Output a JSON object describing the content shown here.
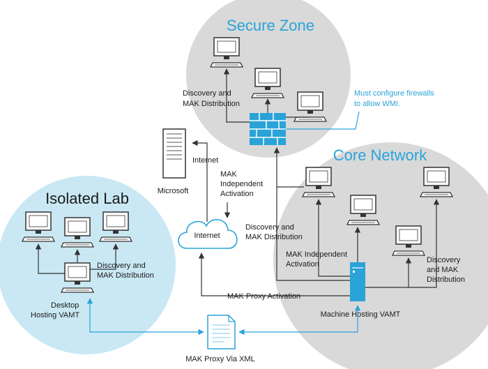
{
  "zones": {
    "secure": {
      "title": "Secure Zone"
    },
    "core": {
      "title": "Core Network"
    },
    "isolated": {
      "title": "Isolated Lab"
    }
  },
  "nodes": {
    "microsoft": "Microsoft",
    "internet_cloud": "Internet"
  },
  "labels": {
    "secure_discovery_1": "Discovery and",
    "secure_discovery_2": "MAK Distribution",
    "firewall_note_1": "Must configure firewalls",
    "firewall_note_2": "to allow WMI.",
    "internet_arrow": "Internet",
    "mak_independent_1": "MAK",
    "mak_independent_2": "Independent",
    "mak_independent_3": "Activation",
    "core_discovery_left_1": "Discovery and",
    "core_discovery_left_2": "MAK Distribution",
    "core_mak_ind_1": "MAK Independent",
    "core_mak_ind_2": "Activation",
    "core_discovery_right_1": "Discovery",
    "core_discovery_right_2": "and MAK",
    "core_discovery_right_3": "Distribution",
    "machine_hosting": "Machine Hosting VAMT",
    "mak_proxy_activation": "MAK Proxy Activation",
    "isolated_discovery_1": "Discovery and",
    "isolated_discovery_2": "MAK Distribution",
    "desktop_hosting_1": "Desktop",
    "desktop_hosting_2": "Hosting VAMT",
    "mak_proxy_xml": "MAK Proxy Via XML"
  },
  "colors": {
    "accent": "#2aa3d8",
    "zone_gray": "#d9d9d9",
    "zone_blue": "#c9e8f4",
    "line": "#333333"
  }
}
